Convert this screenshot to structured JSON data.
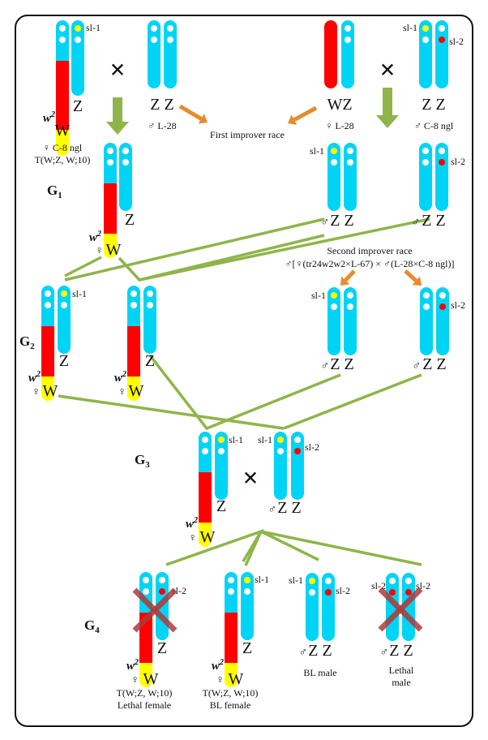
{
  "colors": {
    "z_chromosome": "#00d4f5",
    "w_translocated": "#ff0000",
    "w2_marker": "#ffff00",
    "sl1_marker": "#ffff00",
    "sl2_marker": "#ff0000",
    "locus_dot": "#ffffff",
    "cross_line": "#8fb54a",
    "breed_arrow": "#e88a2e",
    "lethal_cross": "#b03a3a",
    "lethal_text": "#ff2a2a",
    "down_arrow": "#8fb54a"
  },
  "symbols": {
    "cross": "×",
    "female": "♀",
    "male": "♂"
  },
  "labels": {
    "sl1": "sl-1",
    "sl2": "sl-2",
    "w2": "w",
    "w2_sup": "2",
    "Z": "Z",
    "W": "W",
    "ZZ": "Z Z",
    "WZ": "WZ"
  },
  "parents": {
    "female_c8": {
      "name": "♀ C-8 ngl",
      "translocation": "T(W;Z, W;10)"
    },
    "male_l28": {
      "name": "♂ L-28"
    },
    "female_l28": {
      "name": "♀ L-28"
    },
    "male_c8": {
      "name": "♂ C-8 ngl"
    },
    "first_improver": "First improver race",
    "second_improver_title": "Second improver race",
    "second_improver_formula": "♂[♀(tr24w2w2×L-67) × ♂(L-28×C-8 ngl)]"
  },
  "generations": {
    "g1": {
      "label": "G",
      "sub": "1"
    },
    "g2": {
      "label": "G",
      "sub": "2"
    },
    "g3": {
      "label": "G",
      "sub": "3"
    },
    "g4": {
      "label": "G",
      "sub": "4"
    }
  },
  "g4_outcomes": {
    "lethal_female": {
      "translocation": "T(W;Z, W;10)",
      "status": "Lethal female"
    },
    "bl_female": {
      "translocation": "T(W;Z, W;10)",
      "status": "BL female"
    },
    "bl_male": {
      "status": "BL male"
    },
    "lethal_male": {
      "status_line1": "Lethal",
      "status_line2": "male"
    }
  }
}
